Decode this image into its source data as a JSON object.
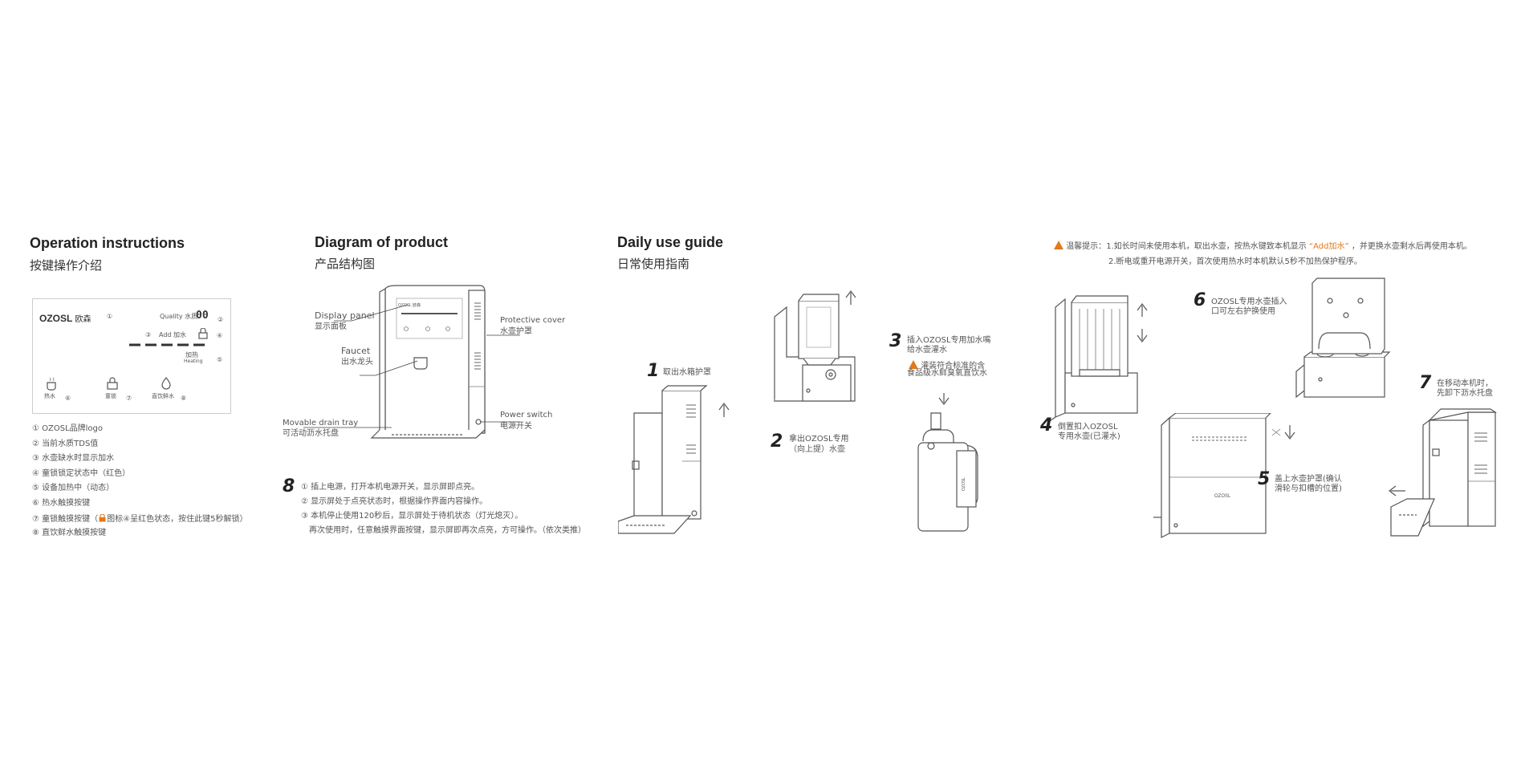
{
  "operation": {
    "title_en": "Operation  instructions",
    "title_cn": "按键操作介绍",
    "panel": {
      "brand_en": "OZOSL",
      "brand_cn": "欧森",
      "quality_label": "Quality 水质",
      "quality_value": "00",
      "add_water_label": "Add 加水",
      "heating_label": "加热",
      "heating_sub": "Heating",
      "btn_hot": "热水",
      "btn_lock": "童锁",
      "btn_drink": "直饮鲜水",
      "callouts": [
        "①",
        "②",
        "③",
        "④",
        "⑤",
        "⑥",
        "⑦",
        "⑧"
      ]
    },
    "items": [
      "① OZOSL品牌logo",
      "② 当前水质TDS值",
      "③ 水壶缺水时显示加水",
      "④ 童锁锁定状态中（红色）",
      "⑤ 设备加热中（动态）",
      "⑥ 热水触摸按键",
      "⑦ 童锁触摸按键（",
      "⑧ 直饮鲜水触摸按键"
    ],
    "item7_icon": "lock-icon",
    "item7_suffix": "图标④呈红色状态，按住此键5秒解锁）"
  },
  "diagram": {
    "title_en": "Diagram of product",
    "title_cn": "产品结构图",
    "labels": {
      "display_en": "Display panel",
      "display_cn": "显示面板",
      "faucet_en": "Faucet",
      "faucet_cn": "出水龙头",
      "tray_en": "Movable drain tray",
      "tray_cn": "可活动沥水托盘",
      "cover_en": "Protective cover",
      "cover_cn": "水壶护罩",
      "switch_en": "Power  switch",
      "switch_cn": "电源开关"
    },
    "step8": {
      "num": "8",
      "lines": [
        "① 插上电源，打开本机电源开关，显示屏即点亮。",
        "② 显示屏处于点亮状态时，根据操作界面内容操作。",
        "③ 本机停止使用120秒后，显示屏处于待机状态（灯光熄灭）。",
        "再次使用时，任意触摸界面按键，显示屏即再次点亮，方可操作。（依次类推）"
      ]
    }
  },
  "daily": {
    "title_en": "Daily use  guide",
    "title_cn": "日常使用指南",
    "steps": [
      {
        "num": "1",
        "lines": [
          "取出水箱护罩"
        ]
      },
      {
        "num": "2",
        "lines": [
          "拿出OZOSL专用",
          "（向上提）水壶"
        ]
      },
      {
        "num": "3",
        "lines": [
          "插入OZOSL专用加水嘴",
          "给水壶灌水"
        ],
        "warn": [
          "灌装符合标准的含",
          "食品级水鲜臭氧直饮水"
        ]
      },
      {
        "num": "4",
        "lines": [
          "倒置扣入OZOSL",
          "专用水壶(已灌水)"
        ]
      },
      {
        "num": "5",
        "lines": [
          "盖上水壶护罩(确认",
          "滑轮与扣槽的位置)"
        ]
      },
      {
        "num": "6",
        "lines": [
          "OZOSL专用水壶插入",
          "口可左右护换使用"
        ]
      },
      {
        "num": "7",
        "lines": [
          "在移动本机时，",
          "先卸下沥水托盘"
        ]
      }
    ],
    "machine_brand": "OZOSL"
  },
  "tips": {
    "label": "温馨提示：",
    "line1_pre": "1.如长时间未使用本机，取出水壶，按热水键致本机显示",
    "line1_highlight": "“Add加水”",
    "line1_post": "，并更换水壶剩水后再使用本机。",
    "line2": "2.断电或重开电源开关，首次使用热水时本机默认5秒不加热保护程序。"
  }
}
